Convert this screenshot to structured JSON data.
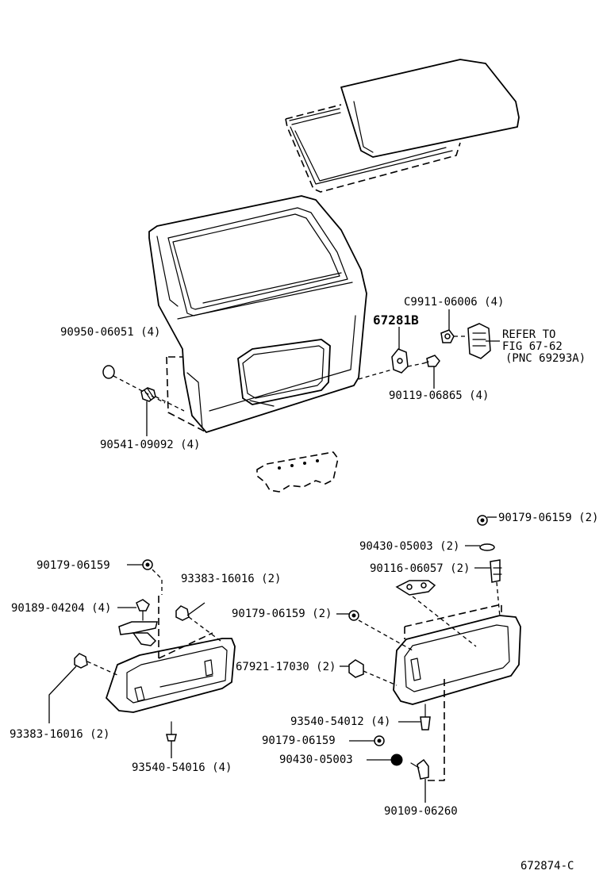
{
  "labels": {
    "p90950_06051": "90950-06051 (4)",
    "p90541_09092": "90541-09092 (4)",
    "p67281B": "67281B",
    "pC9911_06006": "C9911-06006 (4)",
    "refer_line1": "REFER TO",
    "refer_line2": "FIG 67-62",
    "refer_line3": "(PNC 69293A)",
    "p90119_06865": "90119-06865 (4)",
    "p90179_06159_2_top": "90179-06159 (2)",
    "p90430_05003_2": "90430-05003 (2)",
    "p90116_06057_2": "90116-06057 (2)",
    "p90179_06159_left": "90179-06159",
    "p93383_16016_2_top": "93383-16016 (2)",
    "p90189_04204_4": "90189-04204 (4)",
    "p90179_06159_2_mid": "90179-06159 (2)",
    "p67921_17030_2": "67921-17030 (2)",
    "p93383_16016_2_bot": "93383-16016 (2)",
    "p93540_54016_4": "93540-54016 (4)",
    "p93540_54012_4": "93540-54012 (4)",
    "p90179_06159_right": "90179-06159",
    "p90430_05003": "90430-05003",
    "p90109_06260": "90109-06260",
    "diagram_id": "672874-C"
  }
}
